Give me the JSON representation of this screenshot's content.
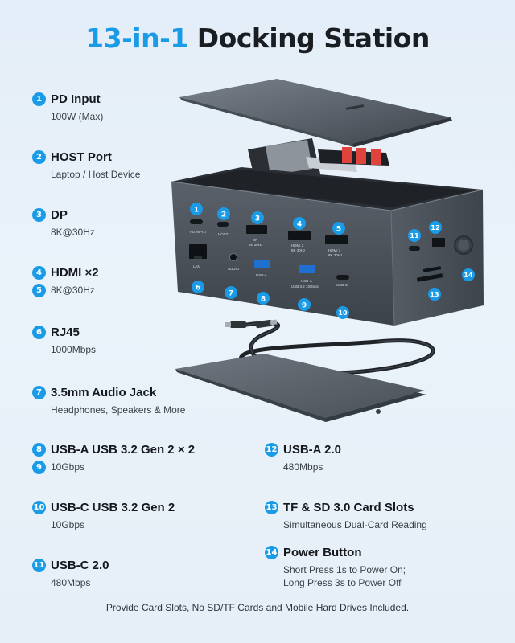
{
  "title": {
    "accent": "13-in-1",
    "rest": "Docking Station"
  },
  "features": [
    {
      "num": "1",
      "title": "PD Input",
      "sub": "100W (Max)"
    },
    {
      "num": "2",
      "title": "HOST Port",
      "sub": "Laptop / Host Device"
    },
    {
      "num": "3",
      "title": "DP",
      "sub": "8K@30Hz"
    },
    {
      "num": "4",
      "title": "HDMI ×2"
    },
    {
      "num": "5",
      "sub": "8K@30Hz"
    },
    {
      "num": "6",
      "title": "RJ45",
      "sub": "1000Mbps"
    },
    {
      "num": "7",
      "title": "3.5mm Audio Jack",
      "sub": "Headphones, Speakers & More"
    },
    {
      "num": "8",
      "title": "USB-A USB 3.2 Gen 2 × 2"
    },
    {
      "num": "9",
      "sub": "10Gbps"
    },
    {
      "num": "10",
      "title": "USB-C USB 3.2 Gen 2",
      "sub": "10Gbps"
    },
    {
      "num": "11",
      "title": "USB-C 2.0",
      "sub": "480Mbps"
    },
    {
      "num": "12",
      "title": "USB-A 2.0",
      "sub": "480Mbps"
    },
    {
      "num": "13",
      "title": "TF & SD 3.0 Card Slots",
      "sub": "Simultaneous Dual-Card Reading"
    },
    {
      "num": "14",
      "title": "Power Button",
      "sub": "Short Press 1s to Power On;",
      "sub2": "Long Press 3s to Power Off"
    }
  ],
  "device_labels": {
    "pd_input": "PD INPUT",
    "host": "HOST",
    "dp": "DP",
    "dp_spec": "8K 30Hz",
    "hdmi2": "HDMI 2",
    "hdmi1": "HDMI 1",
    "hdmi_spec": "8K 30Hz",
    "lan": "LAN",
    "audio": "AUDIO",
    "usba": "USB-A",
    "usbc": "USB-C",
    "gen_spec": "USB 3.2 10Gbps"
  },
  "footer": "Provide Card Slots, No SD/TF Cards and Mobile Hard Drives Included.",
  "colors": {
    "accent": "#1a9be8",
    "device_front": "#4a515a",
    "device_top": "#2d3238",
    "plate": "#5c636c"
  }
}
